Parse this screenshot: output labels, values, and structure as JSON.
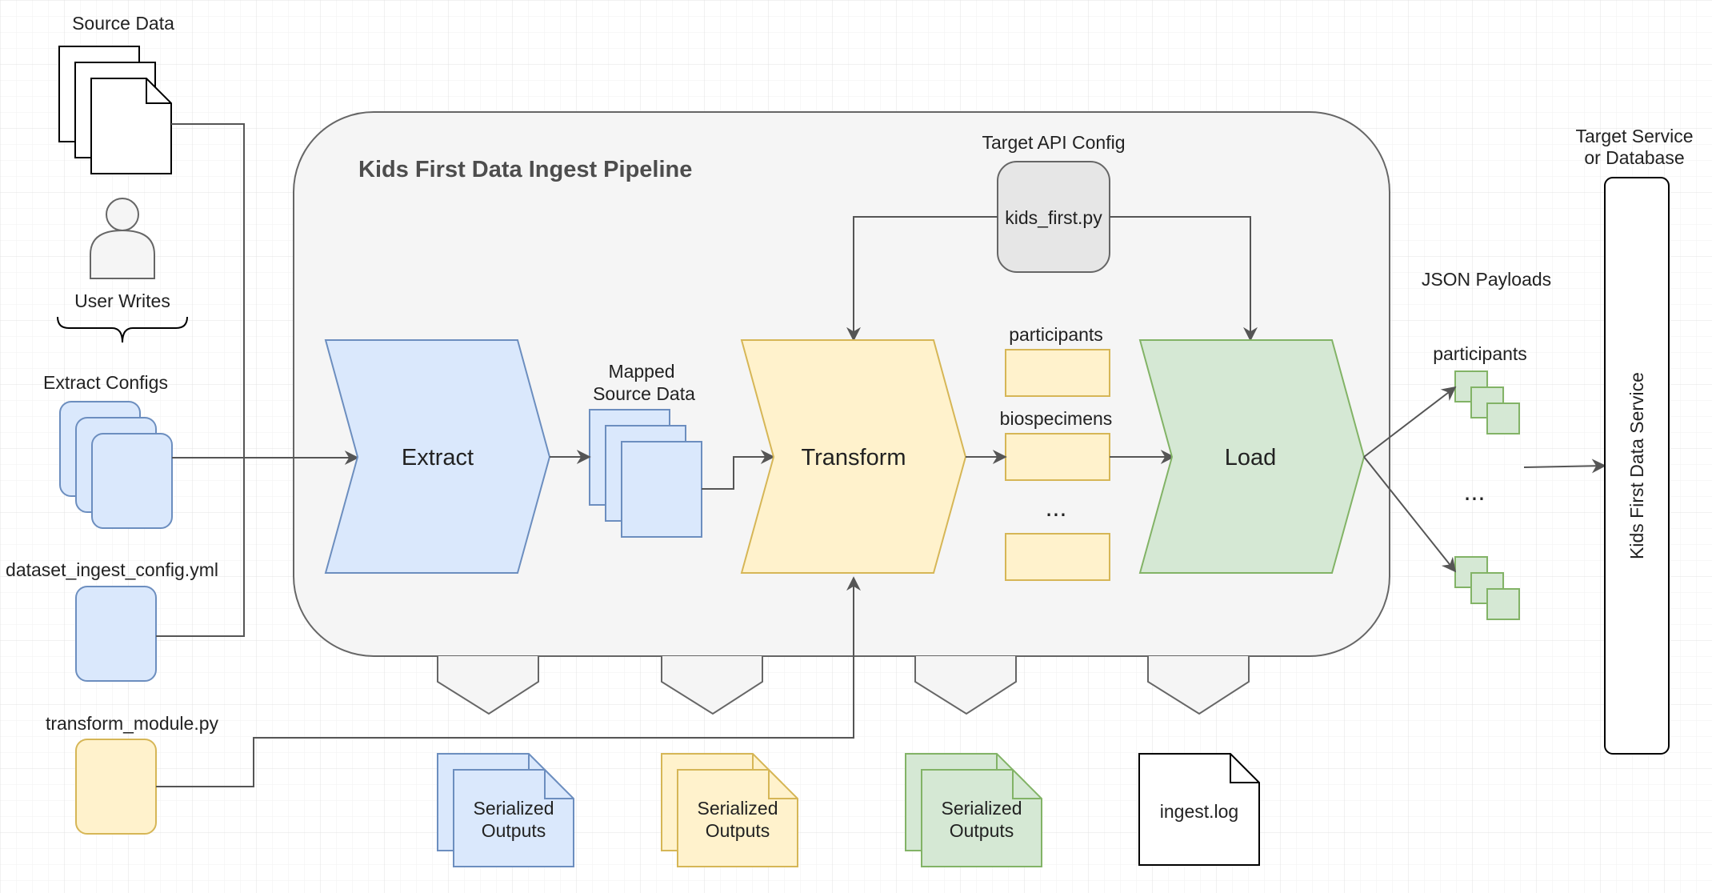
{
  "title": "Kids First Data Ingest Pipeline",
  "inputs": {
    "source_data": "Source Data",
    "user_writes": "User Writes",
    "extract_configs": "Extract Configs",
    "dataset_config": "dataset_ingest_config.yml",
    "transform_module": "transform_module.py"
  },
  "target_api": {
    "label": "Target API Config",
    "file": "kids_first.py"
  },
  "stages": {
    "extract": "Extract",
    "mapped_line1": "Mapped",
    "mapped_line2": "Source Data",
    "transform": "Transform",
    "load": "Load"
  },
  "entities": {
    "participants": "participants",
    "biospecimens": "biospecimens",
    "ellipsis": "..."
  },
  "payloads": {
    "label": "JSON Payloads",
    "participants": "participants",
    "ellipsis": "..."
  },
  "target": {
    "label_line1": "Target Service",
    "label_line2": "or Database",
    "service": "Kids First Data Service"
  },
  "outputs": {
    "serialized_line1": "Serialized",
    "serialized_line2": "Outputs",
    "log": "ingest.log"
  },
  "colors": {
    "blue_fill": "#dae8fc",
    "blue_stroke": "#6c8ebf",
    "yellow_fill": "#fff2cc",
    "yellow_stroke": "#d6b656",
    "green_fill": "#d5e8d4",
    "green_stroke": "#82b366",
    "grey_fill": "#f5f5f5",
    "grey_stroke": "#666666",
    "api_fill": "#e6e6e6"
  }
}
